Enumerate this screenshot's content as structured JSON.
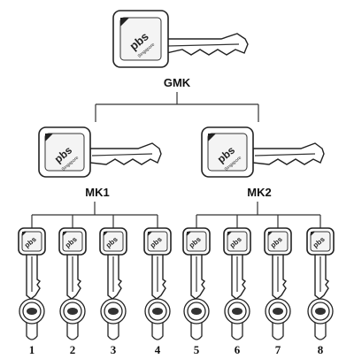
{
  "top": {
    "label": "GMK",
    "brand": "pbs",
    "brand_sub": "Singapore"
  },
  "masters": [
    {
      "label": "MK1",
      "brand": "pbs",
      "brand_sub": "Singapore"
    },
    {
      "label": "MK2",
      "brand": "pbs",
      "brand_sub": "Singapore"
    }
  ],
  "locks": [
    {
      "number": "1",
      "brand": "pbs"
    },
    {
      "number": "2",
      "brand": "pbs"
    },
    {
      "number": "3",
      "brand": "pbs"
    },
    {
      "number": "4",
      "brand": "pbs"
    },
    {
      "number": "5",
      "brand": "pbs"
    },
    {
      "number": "6",
      "brand": "pbs"
    },
    {
      "number": "7",
      "brand": "pbs"
    },
    {
      "number": "8",
      "brand": "pbs"
    }
  ]
}
